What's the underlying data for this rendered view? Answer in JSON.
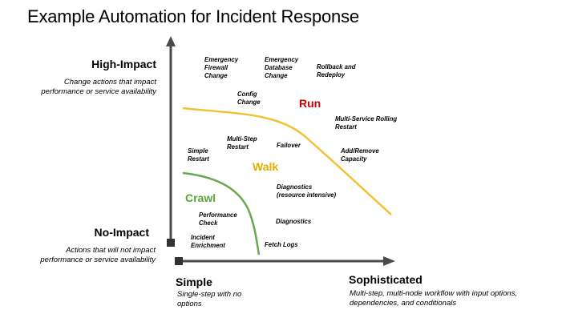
{
  "title": "Example Automation for Incident Response",
  "y_axis": {
    "top_label": "High-Impact",
    "top_desc": "Change actions that impact performance or service availability",
    "bottom_label": "No-Impact",
    "bottom_desc": "Actions that will not impact performance or service availability"
  },
  "x_axis": {
    "left_label": "Simple",
    "left_desc": "Single-step with no options",
    "right_label": "Sophisticated",
    "right_desc": "Multi-step, multi-node workflow with input options, dependencies, and conditionals"
  },
  "zones": {
    "run": {
      "label": "Run",
      "color": "#cc0000"
    },
    "walk": {
      "label": "Walk",
      "color": "#e0b000"
    },
    "crawl": {
      "label": "Crawl",
      "color": "#5aa63a"
    }
  },
  "curve_colors": {
    "run": "#f1c232",
    "crawl": "#6aa84f",
    "axis": "#4a4a4a"
  },
  "actions": [
    {
      "id": "emergency-firewall-change",
      "text": "Emergency\nFirewall\nChange"
    },
    {
      "id": "emergency-database-change",
      "text": "Emergency\nDatabase\nChange"
    },
    {
      "id": "rollback-and-redeploy",
      "text": "Rollback and\nRedeploy"
    },
    {
      "id": "config-change",
      "text": "Config\nChange"
    },
    {
      "id": "multi-service-rolling-restart",
      "text": "Multi-Service Rolling\nRestart"
    },
    {
      "id": "multi-step-restart",
      "text": "Multi-Step\nRestart"
    },
    {
      "id": "failover",
      "text": "Failover"
    },
    {
      "id": "add-remove-capacity",
      "text": "Add/Remove\nCapacity"
    },
    {
      "id": "simple-restart",
      "text": "Simple\nRestart"
    },
    {
      "id": "diagnostics-resource-intensive",
      "text": "Diagnostics\n(resource intensive)"
    },
    {
      "id": "performance-check",
      "text": "Performance\nCheck"
    },
    {
      "id": "diagnostics",
      "text": "Diagnostics"
    },
    {
      "id": "incident-enrichment",
      "text": "Incident\nEnrichment"
    },
    {
      "id": "fetch-logs",
      "text": "Fetch Logs"
    }
  ]
}
